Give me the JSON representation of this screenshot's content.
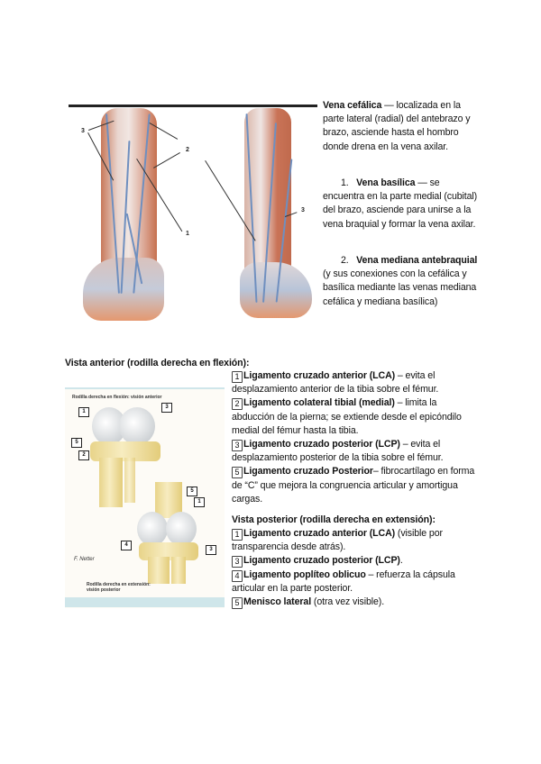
{
  "veins_section": {
    "cephalic": {
      "name": "Vena cefálica",
      "dash": " — ",
      "description": "localizada en la parte lateral (radial) del antebrazo y brazo, asciende hasta el hombro donde drena en la vena axilar."
    },
    "basilic": {
      "number": "1.",
      "name": "Vena basílica",
      "dash": " — ",
      "description": "se encuentra en la parte medial (cubital) del brazo, asciende para unirse a la vena braquial y formar la vena axilar."
    },
    "median": {
      "number": "2.",
      "name": "Vena mediana antebraquial",
      "description": " (y sus conexiones con la cefálica y basílica mediante las venas mediana cefálica y mediana basílica)"
    },
    "figure_labels": [
      "3",
      "2",
      "1",
      "2",
      "3",
      "1"
    ]
  },
  "knee_section": {
    "anterior_heading": "Vista anterior (rodilla derecha en flexión):",
    "anterior_items": [
      {
        "num": "1",
        "name": "Ligamento cruzado anterior (LCA)",
        "desc": " – evita el desplazamiento anterior de la tibia sobre el fémur."
      },
      {
        "num": "2",
        "name": "Ligamento colateral tibial (medial)",
        "desc": " – limita la abducción de la pierna; se extiende desde el epicóndilo medial del fémur hasta la tibia."
      },
      {
        "num": "3",
        "name": "Ligamento cruzado posterior (LCP)",
        "desc": " – evita el desplazamiento posterior de la tibia sobre el fémur."
      },
      {
        "num": "5",
        "name": "Ligamento cruzado Posterior",
        "desc": "– fibrocartílago en forma de “C” que mejora la congruencia articular y amortigua cargas."
      }
    ],
    "posterior_heading": "Vista posterior (rodilla derecha en extensión):",
    "posterior_items": [
      {
        "num": "1",
        "name": "Ligamento cruzado anterior (LCA)",
        "desc": " (visible por transparencia desde atrás)."
      },
      {
        "num": "3",
        "name": "Ligamento cruzado posterior (LCP)",
        "desc": "."
      },
      {
        "num": "4",
        "name": "Ligamento poplíteo oblicuo",
        "desc": " – refuerza la cápsula articular en la parte posterior."
      },
      {
        "num": "5",
        "name": "Menisco lateral",
        "desc": " (otra vez visible)."
      }
    ],
    "figure": {
      "caption_top": "Rodilla derecha en flexión: visión anterior",
      "caption_bottom_line1": "Rodilla derecha en extensión:",
      "caption_bottom_line2": "visión posterior",
      "signature": "F. Netter",
      "anterior_labels": [
        "1",
        "3",
        "5",
        "2"
      ],
      "posterior_labels": [
        "5",
        "1",
        "4",
        "3"
      ]
    }
  }
}
